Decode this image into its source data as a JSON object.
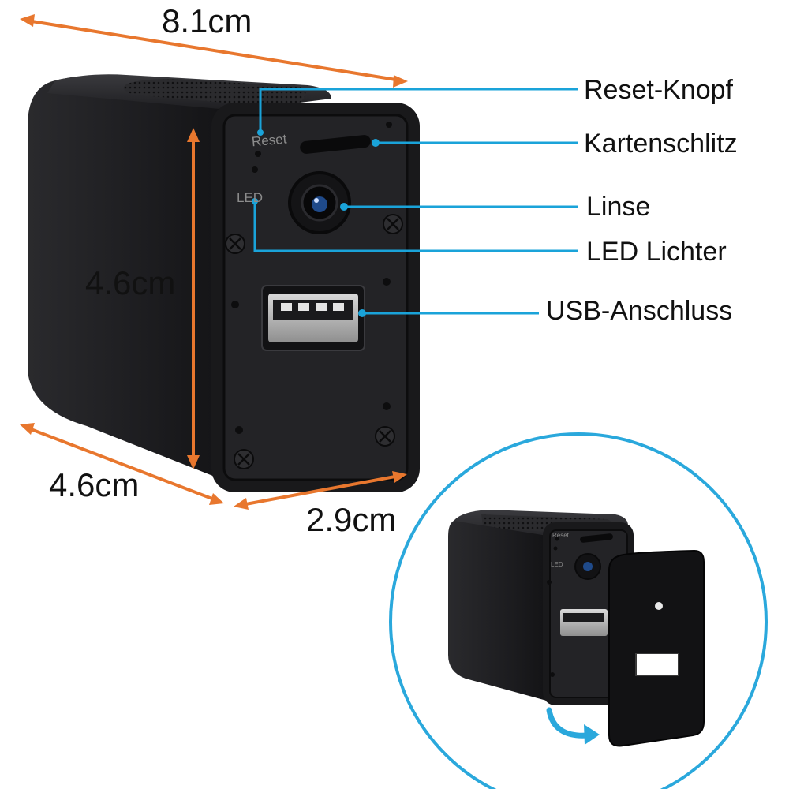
{
  "dimensions": {
    "length": "8.1cm",
    "height": "4.6cm",
    "width": "4.6cm",
    "depth": "2.9cm"
  },
  "panel_text": {
    "reset": "Reset",
    "led": "LED"
  },
  "callouts": {
    "reset_button": "Reset-Knopf",
    "card_slot": "Kartenschlitz",
    "lens": "Linse",
    "led_lights": "LED Lichter",
    "usb_port": "USB-Anschluss"
  },
  "colors": {
    "dimension_arrow": "#e8772e",
    "callout_line": "#1aa3d9",
    "inset_circle": "#2aa8dc",
    "device_body": "#1b1b1d",
    "label_text": "#111111"
  }
}
